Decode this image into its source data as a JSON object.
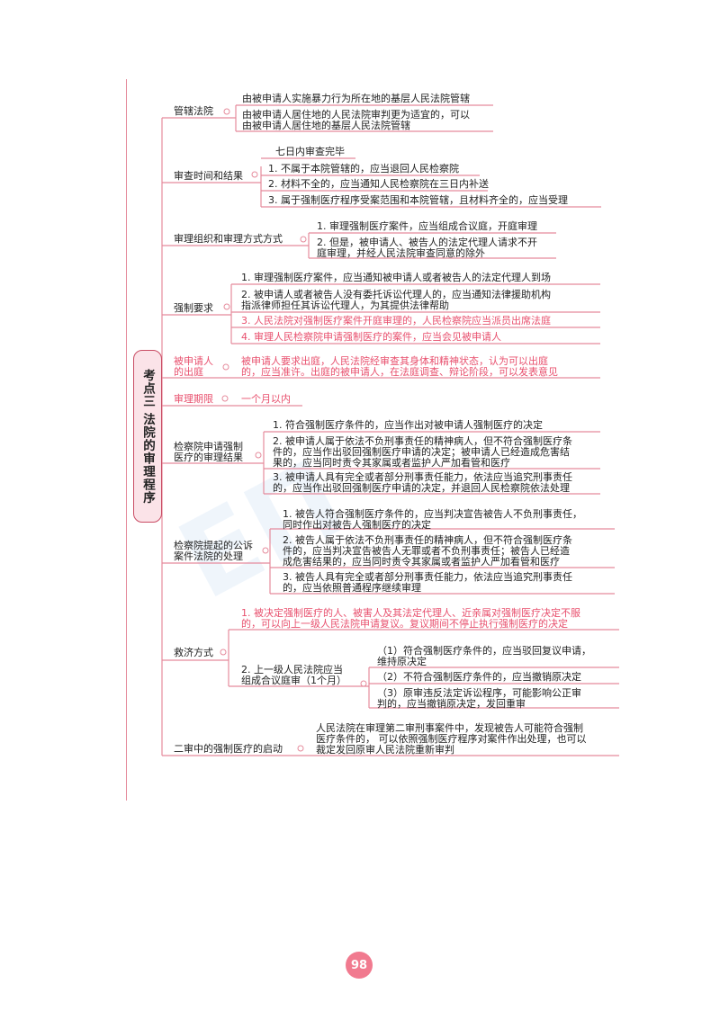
{
  "root": "考点三 法院的审理程序",
  "page_number": "98",
  "sections": {
    "jurisdiction": {
      "label": "管辖法院",
      "items": [
        "由被申请人实施暴力行为所在地的基层人民法院管辖",
        "由被申请人居住地的人民法院审判更为适宜的，可以",
        "由被申请人居住地的基层人民法院管辖"
      ]
    },
    "review_time": {
      "label": "审查时间和结果",
      "items": [
        "七日内审查完毕",
        "1. 不属于本院管辖的，应当退回人民检察院",
        "2. 材料不全的，应当通知人民检察院在三日内补送",
        "3. 属于强制医疗程序受案范围和本院管辖，且材料齐全的，应当受理"
      ]
    },
    "organization": {
      "label": "审理组织和审理方式方式",
      "items": [
        "1. 审理强制医疗案件，应当组成合议庭，开庭审理",
        "2. 但是，被申请人、被告人的法定代理人请求不开",
        "庭审理，并经人民法院审查同意的除外"
      ]
    },
    "requirements": {
      "label": "强制要求",
      "items": [
        "1. 审理强制医疗案件，应当通知被申请人或者被告人的法定代理人到场",
        "2. 被申请人或者被告人没有委托诉讼代理人的，应当通知法律援助机构",
        "指派律师担任其诉讼代理人，为其提供法律帮助",
        "3. 人民法院对强制医疗案件开庭审理的，人民检察院应当派员出席法庭",
        "4. 审理人民检察院申请强制医疗的案件，应当会见被申请人"
      ]
    },
    "appearance": {
      "label_1": "被申请人",
      "label_2": "的出庭",
      "items": [
        "被申请人要求出庭，人民法院经审查其身体和精神状态，认为可以出庭",
        "的，应当准许。出庭的被申请人，在法庭调查、辩论阶段，可以发表意见"
      ]
    },
    "period": {
      "label": "审理期限",
      "value": "一个月以内"
    },
    "procuratorate_application": {
      "label_1": "检察院申请强制",
      "label_2": "医疗的审理结果",
      "items": [
        "1. 符合强制医疗条件的，应当作出对被申请人强制医疗的决定",
        "2. 被申请人属于依法不负刑事责任的精神病人，但不符合强制医疗条",
        "件的，应当作出驳回强制医疗申请的决定；被申请人已经造成危害结",
        "果的，应当同时责令其家属或者监护人严加看管和医疗",
        "3. 被申请人具有完全或者部分刑事责任能力，依法应当追究刑事责任",
        "的，应当作出驳回强制医疗申请的决定，并退回人民检察院依法处理"
      ]
    },
    "public_prosecution": {
      "label_1": "检察院提起的公诉",
      "label_2": "案件法院的处理",
      "items": [
        "1. 被告人符合强制医疗条件的，应当判决宣告被告人不负刑事责任，",
        "同时作出对被告人强制医疗的决定",
        "2. 被告人属于依法不负刑事责任的精神病人，但不符合强制医疗条",
        "件的，应当判决宣告被告人无罪或者不负刑事责任；被告人已经造",
        "成危害结果的，应当同时责令其家属或者监护人严加看管和医疗",
        "3. 被告人具有完全或者部分刑事责任能力，依法应当追究刑事责任",
        "的，应当依照普通程序继续审理"
      ]
    },
    "remedy": {
      "label": "救济方式",
      "item1": [
        "1. 被决定强制医疗的人、被害人及其法定代理人、近亲属对强制医疗决定不服",
        "的，可以向上一级人民法院申请复议。复议期间不停止执行强制医疗的决定"
      ],
      "sub_label_1": "2. 上一级人民法院应当",
      "sub_label_2": "组成合议庭审（1个月）",
      "sub_items": [
        "（1）符合强制医疗条件的，应当驳回复议申请，",
        "维持原决定",
        "（2）不符合强制医疗条件的，应当撤销原决定",
        "（3）原审违反法定诉讼程序，可能影响公正审",
        "判的，应当撤销原决定，发回重审"
      ]
    },
    "second_instance": {
      "label": "二审中的强制医疗的启动",
      "items": [
        "人民法院在审理第二审刑事案件中，发现被告人可能符合强制",
        "医疗条件的， 可以依照强制医疗程序对案件作出处理，也可以",
        "裁定发回原审人民法院重新审判"
      ]
    }
  },
  "colors": {
    "line": "#e58b9c",
    "highlight_text": "#e8506e",
    "root_fill": "#fbe3e8",
    "badge": "#f17a8f"
  }
}
